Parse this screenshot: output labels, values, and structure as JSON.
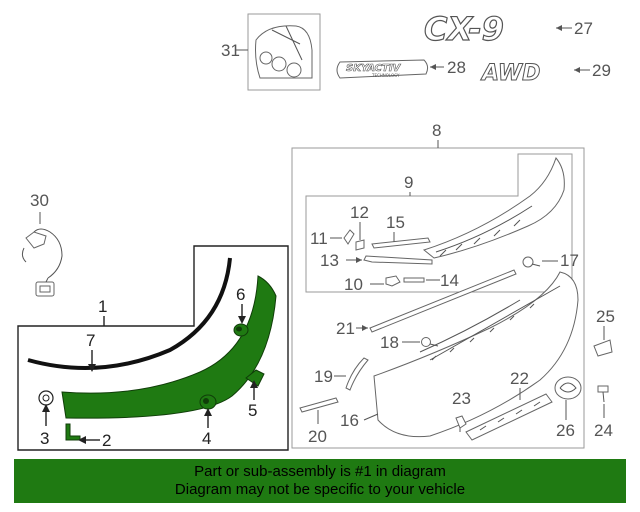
{
  "callouts": {
    "c1": "1",
    "c2": "2",
    "c3": "3",
    "c4": "4",
    "c5": "5",
    "c6": "6",
    "c7": "7",
    "c8": "8",
    "c9": "9",
    "c10": "10",
    "c11": "11",
    "c12": "12",
    "c13": "13",
    "c14": "14",
    "c15": "15",
    "c16": "16",
    "c17": "17",
    "c18": "18",
    "c19": "19",
    "c20": "20",
    "c21": "21",
    "c22": "22",
    "c23": "23",
    "c24": "24",
    "c25": "25",
    "c26": "26",
    "c27": "27",
    "c28": "28",
    "c29": "29",
    "c30": "30",
    "c31": "31"
  },
  "emblems": {
    "model": "CX-9",
    "drive": "AWD",
    "badge_line1": "SKYACTIV",
    "badge_line2": "TECHNOLOGY"
  },
  "banner": {
    "line1": "Part or sub-assembly is #1 in diagram",
    "line2": "Diagram may not be specific to your vehicle"
  },
  "colors": {
    "highlight": "#1f7a12",
    "banner": "#1f7a12",
    "line": "#555555"
  }
}
